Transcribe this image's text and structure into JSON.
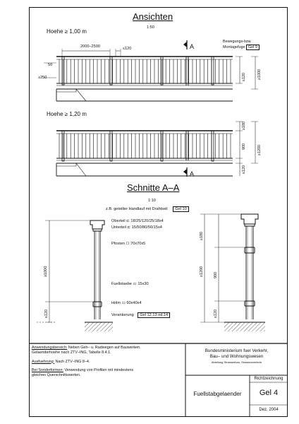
{
  "title_ansichten": "Ansichten",
  "scale_ansichten": "1:50",
  "view1": {
    "heading": "Hoehe ≥ 1,00 m",
    "dim_spacing": "2000–2500",
    "dim_gap": "≤120",
    "section_mark": "A",
    "joint_label_line1": "Bewegungs-bzw.",
    "joint_label_line2": "Montagefuge",
    "joint_ref": "Gel 9",
    "dim_50": "50",
    "dim_250": "≥250",
    "dim_120_v": "≤120",
    "dim_1000_v": "≥1000"
  },
  "view2": {
    "heading": "Hoehe ≥ 1,20 m",
    "dim_180_v": "≥180",
    "dim_900_v": "900",
    "dim_1200_v": "≥1200",
    "dim_120_v": "≤120",
    "section_mark": "A"
  },
  "title_schnitte": "Schnitte A–A",
  "scale_schnitte": "1:10",
  "handrail_note": "z.B. geteilter Handlauf mit Drahtseil",
  "handrail_ref": "Gel 10",
  "labels": {
    "oberteil": "Oberteil ⊏ 18/25/120/25/18x4",
    "unterteil": "Unterteil ⊏ 15/50/80/50/15x4",
    "pfosten": "Pfosten ☐ 70x70x5",
    "fuellstaebe": "Fuellstaebe ▭ 15x30",
    "holm": "Holm ▭ 60x40x4",
    "verankerung": "Verankerung",
    "verankerung_ref": "Gel 12,13 od.14"
  },
  "section_dims": {
    "left_1000": "≥1000",
    "left_120": "≤120",
    "right_180": "≥180",
    "right_1200": "≥1200",
    "right_900": "900",
    "right_120": "≤120"
  },
  "legend": {
    "anwendung_title": "Anwendungsbereich:",
    "anwendung_text1": " Neben Geh– u. Radwegen auf Bauwerken.",
    "anwendung_text2": "Gelaenderhoehe nach ZTV–ING, Tabelle 8.4.1.",
    "ausfuehrung_title": "Ausfuehrung:",
    "ausfuehrung_text": " Nach ZTV–ING 8–4.",
    "sonder_title": "Bei Sonderformen:",
    "sonder_text1": " Verwendung von Profilen mit mindestens",
    "sonder_text2": "gleichen Querschnittswerten."
  },
  "authority": {
    "line1": "Bundesministerium fuer Verkehr,",
    "line2": "Bau– und Wohnungswesen",
    "line3": "Abteilung Strassenbau, Strassenverkehr"
  },
  "drawing_name": "Fuellstabgelaender",
  "richtzeichnung": "Richtzeichnung",
  "drawing_code": "Gel 4",
  "date": "Dez. 2004"
}
